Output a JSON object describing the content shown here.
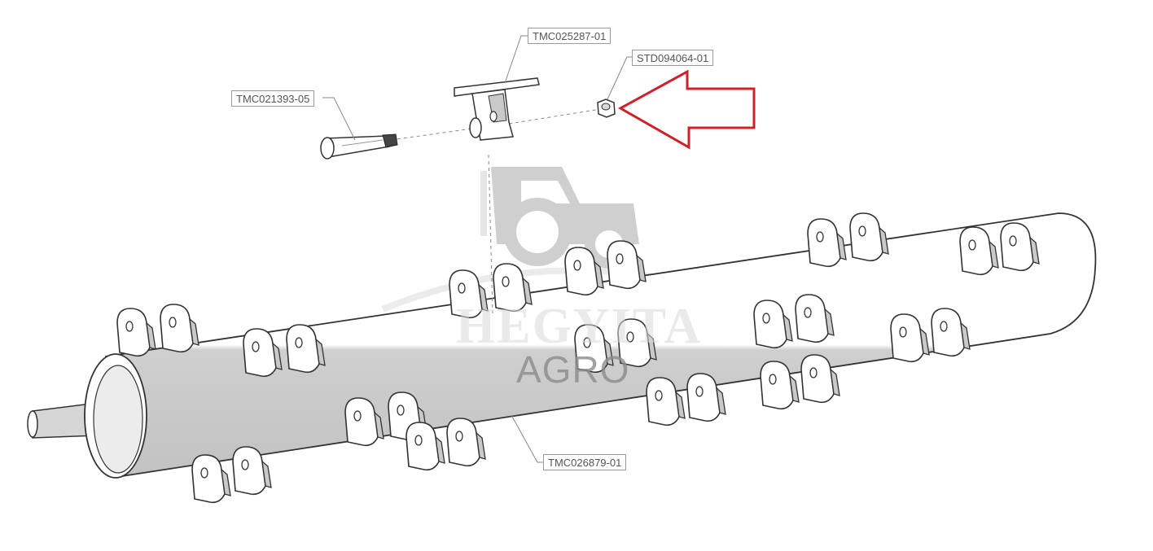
{
  "labels": {
    "pin": "TMC021393-05",
    "knife_holder": "TMC025287-01",
    "nut": "STD094064-01",
    "rotor_shaft": "TMC026879-01"
  },
  "watermark": {
    "brand": "HEGYITA",
    "sub": "AGRO",
    "logo": "tractor-logo"
  },
  "colors": {
    "highlight_arrow": "#d0202a",
    "shaft_shade": "#c9c9c9",
    "outline": "#333333",
    "watermark": "#bdbdbd"
  }
}
